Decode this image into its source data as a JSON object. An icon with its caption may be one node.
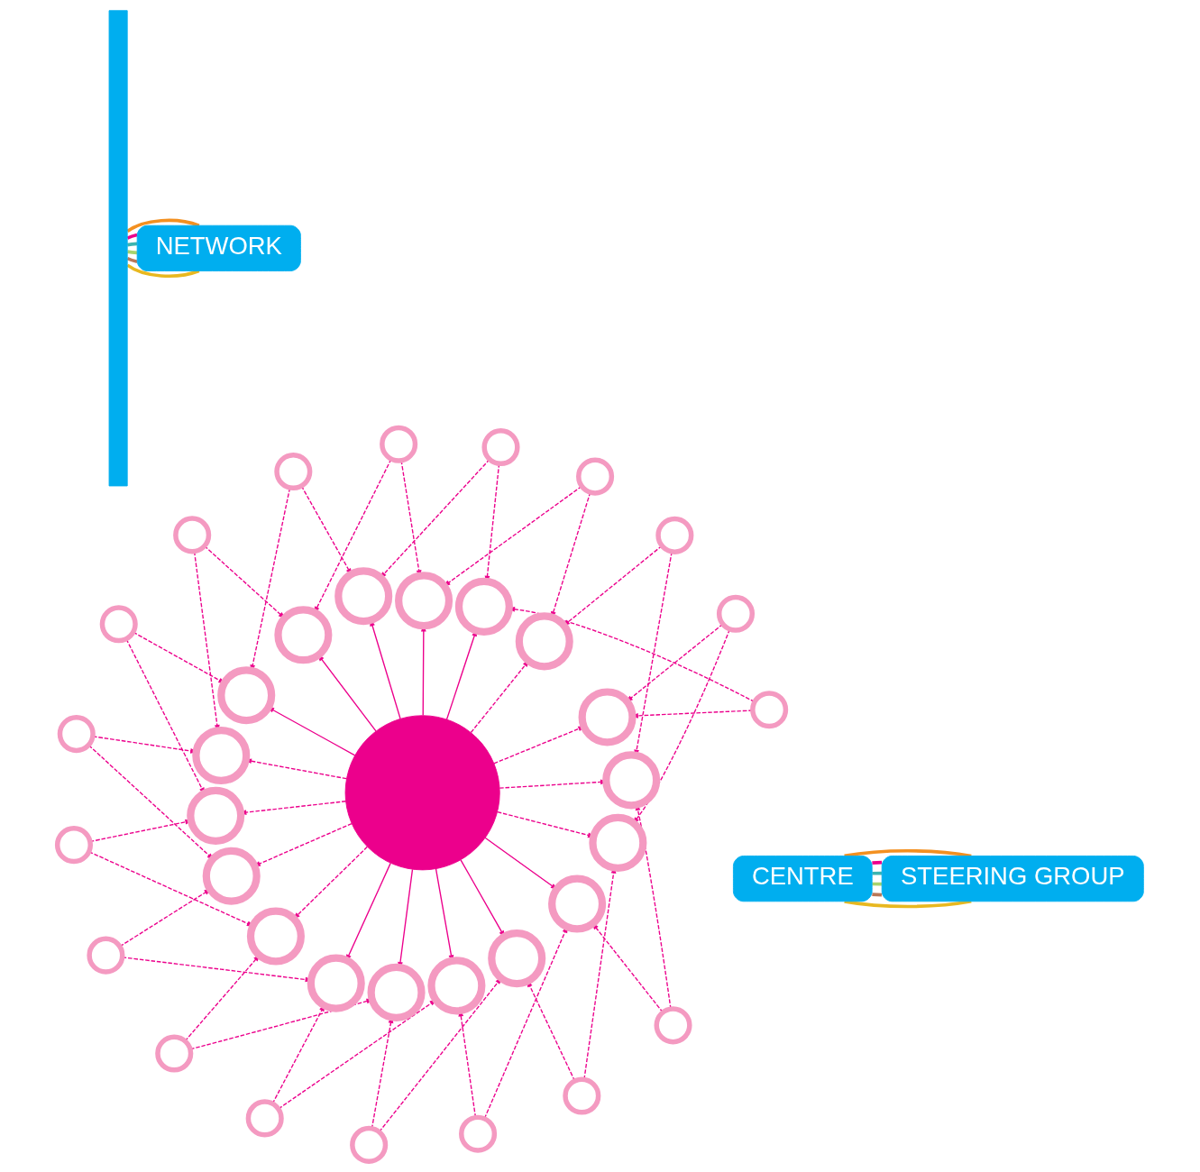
{
  "diagram": {
    "nodes": [
      {
        "text": [
          "STEERING GROUP"
        ]
      },
      {
        "text": [
          "NETWORK"
        ]
      },
      {
        "text": [
          "CENTRE"
        ]
      },
      {
        "text": [],
        "shape": "circle"
      },
      {
        "text": [],
        "shape": "bar"
      },
      {
        "text": [],
        "shape": "circle"
      },
      {
        "text": [],
        "shape": "circle"
      },
      {
        "text": [],
        "shape": "circle"
      },
      {
        "text": [],
        "shape": "circle"
      },
      {
        "text": [],
        "shape": "circle"
      },
      {
        "text": [],
        "shape": "circle"
      },
      {
        "text": [],
        "shape": "circle"
      },
      {
        "text": [],
        "shape": "circle"
      },
      {
        "text": [],
        "shape": "circle"
      },
      {
        "text": [],
        "shape": "circle"
      },
      {
        "text": [],
        "shape": "circle"
      },
      {
        "text": [],
        "shape": "circle"
      },
      {
        "text": [],
        "shape": "circle"
      },
      {
        "text": [],
        "shape": "circle"
      },
      {
        "text": [],
        "shape": "circle"
      },
      {
        "text": [],
        "shape": "circle"
      },
      {
        "text": [],
        "shape": "circle"
      },
      {
        "text": [],
        "shape": "circle"
      },
      {
        "text": [],
        "shape": "circle"
      },
      {
        "text": [],
        "shape": "circle"
      },
      {
        "text": [],
        "shape": "circle"
      },
      {
        "text": [],
        "shape": "circle"
      },
      {
        "text": [],
        "shape": "circle"
      },
      {
        "text": [],
        "shape": "circle"
      },
      {
        "text": [],
        "shape": "circle"
      },
      {
        "text": [],
        "shape": "circle"
      },
      {
        "text": [],
        "shape": "circle"
      },
      {
        "text": [],
        "shape": "circle"
      },
      {
        "text": [],
        "shape": "circle"
      },
      {
        "text": [],
        "shape": "circle"
      },
      {
        "text": [],
        "shape": "circle"
      },
      {
        "text": [],
        "shape": "circle"
      },
      {
        "text": [],
        "shape": "circle"
      },
      {
        "text": [],
        "shape": "circle"
      },
      {
        "text": [],
        "shape": "circle"
      },
      {
        "text": [],
        "shape": "circle"
      }
    ],
    "edges": [
      {
        "from": 3,
        "to": 5,
        "arrow": "to",
        "style": "dashed"
      },
      {
        "from": 3,
        "to": 6,
        "arrow": "to",
        "style": "dashed"
      },
      {
        "from": 3,
        "to": 7,
        "arrow": "to"
      },
      {
        "from": 3,
        "to": 8,
        "arrow": "to"
      },
      {
        "from": 3,
        "to": 9,
        "arrow": "to"
      },
      {
        "from": 3,
        "to": 10,
        "arrow": "to"
      },
      {
        "from": 3,
        "to": 11,
        "arrow": "to"
      },
      {
        "from": 3,
        "to": 12,
        "arrow": "to",
        "style": "dashed"
      },
      {
        "from": 3,
        "to": 13,
        "arrow": "to",
        "style": "dashed"
      },
      {
        "from": 3,
        "to": 14,
        "arrow": "to",
        "style": "dashed"
      },
      {
        "from": 3,
        "to": 15,
        "arrow": "to",
        "style": "dashed"
      },
      {
        "from": 3,
        "to": 16,
        "arrow": "to"
      },
      {
        "from": 3,
        "to": 17,
        "arrow": "to"
      },
      {
        "from": 3,
        "to": 18,
        "arrow": "to"
      },
      {
        "from": 3,
        "to": 19,
        "arrow": "to"
      },
      {
        "from": 3,
        "to": 20,
        "arrow": "to"
      },
      {
        "from": 3,
        "to": 21,
        "arrow": "to",
        "style": "dashed"
      },
      {
        "from": 3,
        "to": 22,
        "arrow": "to",
        "style": "dashed"
      },
      {
        "from": 40,
        "to": 5,
        "arrow": "to",
        "style": "dashed"
      },
      {
        "from": 24,
        "to": 5,
        "arrow": "to",
        "style": "dashed"
      },
      {
        "from": 23,
        "to": 6,
        "arrow": "to",
        "style": "dashed"
      },
      {
        "from": 25,
        "to": 6,
        "arrow": "to",
        "style": "dashed"
      },
      {
        "from": 24,
        "to": 7,
        "arrow": "to",
        "style": "dashed"
      },
      {
        "from": 26,
        "to": 7,
        "arrow": "to",
        "style": "dashed"
      },
      {
        "from": 25,
        "to": 8,
        "arrow": "to",
        "style": "dashed"
      },
      {
        "from": 27,
        "to": 8,
        "arrow": "to",
        "style": "dashed"
      },
      {
        "from": 26,
        "to": 9,
        "arrow": "to",
        "style": "dashed"
      },
      {
        "from": 28,
        "to": 9,
        "arrow": "to",
        "style": "dashed"
      },
      {
        "from": 27,
        "to": 10,
        "arrow": "to",
        "style": "dashed"
      },
      {
        "from": 29,
        "to": 10,
        "arrow": "to",
        "style": "dashed"
      },
      {
        "from": 28,
        "to": 11,
        "arrow": "to",
        "style": "dashed"
      },
      {
        "from": 30,
        "to": 11,
        "arrow": "to",
        "style": "dashed"
      },
      {
        "from": 29,
        "to": 12,
        "arrow": "to",
        "style": "dashed"
      },
      {
        "from": 31,
        "to": 12,
        "arrow": "to",
        "style": "dashed"
      },
      {
        "from": 30,
        "to": 13,
        "arrow": "to",
        "style": "dashed"
      },
      {
        "from": 32,
        "to": 13,
        "arrow": "to",
        "style": "dashed"
      },
      {
        "from": 31,
        "to": 14,
        "arrow": "to",
        "style": "dashed"
      },
      {
        "from": 33,
        "to": 14,
        "arrow": "to",
        "style": "dashed"
      },
      {
        "from": 32,
        "to": 15,
        "arrow": "to",
        "style": "dashed"
      },
      {
        "from": 34,
        "to": 15,
        "arrow": "to",
        "style": "dashed"
      },
      {
        "from": 33,
        "to": 16,
        "arrow": "to",
        "style": "dashed"
      },
      {
        "from": 35,
        "to": 16,
        "arrow": "to",
        "style": "dashed"
      },
      {
        "from": 34,
        "to": 17,
        "arrow": "to",
        "style": "dashed"
      },
      {
        "from": 36,
        "to": 17,
        "arrow": "to",
        "style": "dashed"
      },
      {
        "from": 35,
        "to": 18,
        "arrow": "to",
        "style": "dashed"
      },
      {
        "from": 37,
        "to": 18,
        "arrow": "to",
        "style": "dashed"
      },
      {
        "from": 36,
        "to": 19,
        "arrow": "to",
        "style": "dashed"
      },
      {
        "from": 38,
        "to": 19,
        "arrow": "to",
        "style": "dashed"
      },
      {
        "from": 37,
        "to": 20,
        "arrow": "to",
        "style": "dashed"
      },
      {
        "from": 39,
        "to": 20,
        "arrow": "to",
        "style": "dashed"
      },
      {
        "from": 38,
        "to": 21,
        "arrow": "to",
        "style": "dashed"
      },
      {
        "from": 40,
        "to": 21,
        "arrow": "to",
        "style": "dashed"
      },
      {
        "from": 39,
        "to": 22,
        "arrow": "to",
        "style": "dashed"
      },
      {
        "from": 23,
        "to": 22,
        "arrow": "to",
        "style": "dashed"
      },
      {
        "from": 0,
        "to": 2,
        "arrow": "none",
        "style": "thick",
        "color": "#e8b820"
      },
      {
        "from": 0,
        "to": 2,
        "arrow": "none",
        "style": "thick",
        "color": "#f39020"
      },
      {
        "from": 0,
        "to": 2,
        "arrow": "none",
        "style": "thick",
        "color": "#ec008c"
      },
      {
        "from": 0,
        "to": 2,
        "arrow": "none",
        "style": "thick",
        "color": "#3cb4b0"
      },
      {
        "from": 0,
        "to": 2,
        "arrow": "none",
        "style": "thick",
        "color": "#a6d46e"
      },
      {
        "from": 0,
        "to": 2,
        "arrow": "none",
        "style": "thick",
        "color": "#b87858"
      },
      {
        "from": 1,
        "to": 4,
        "arrow": "none",
        "style": "thick",
        "color": "#e8b820"
      },
      {
        "from": 1,
        "to": 4,
        "arrow": "none",
        "style": "thick",
        "color": "#f39020"
      },
      {
        "from": 1,
        "to": 4,
        "arrow": "none",
        "style": "thick",
        "color": "#ec008c"
      },
      {
        "from": 1,
        "to": 4,
        "arrow": "none",
        "style": "thick",
        "color": "#3cb4b0"
      },
      {
        "from": 1,
        "to": 4,
        "arrow": "none",
        "style": "thick",
        "color": "#a6d46e"
      },
      {
        "from": 1,
        "to": 4,
        "arrow": "none",
        "style": "thick",
        "color": "#b87858"
      }
    ]
  }
}
